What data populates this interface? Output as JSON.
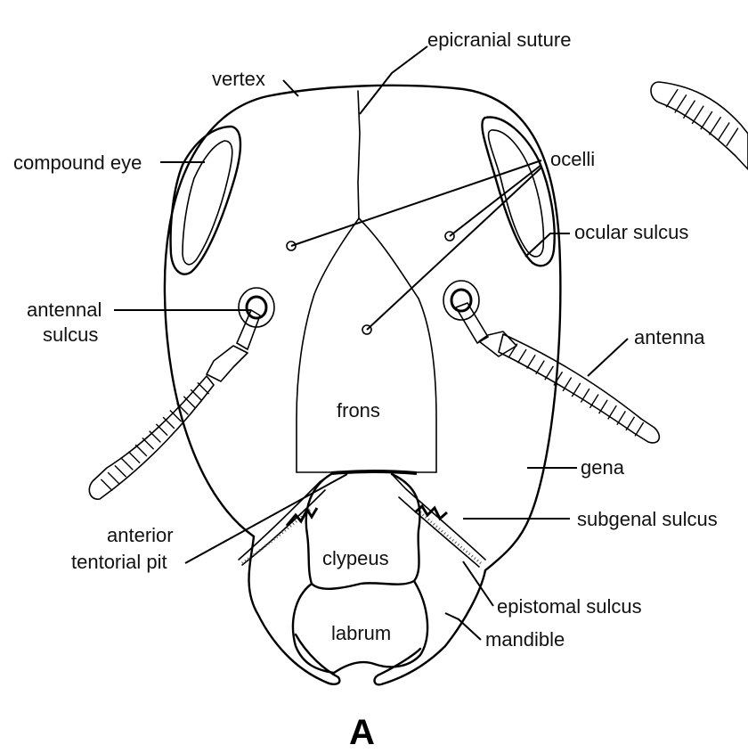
{
  "labels": {
    "epicranial_suture": "epicranial suture",
    "vertex": "vertex",
    "compound_eye": "compound eye",
    "ocelli": "ocelli",
    "ocular_sulcus": "ocular sulcus",
    "antennal_sulcus_line1": "antennal",
    "antennal_sulcus_line2": "sulcus",
    "antenna": "antenna",
    "frons": "frons",
    "gena": "gena",
    "subgenal_sulcus": "subgenal sulcus",
    "anterior_tentorial_pit_line1": "anterior",
    "anterior_tentorial_pit_line2": "tentorial pit",
    "clypeus": "clypeus",
    "epistomal_sulcus": "epistomal sulcus",
    "labrum": "labrum",
    "mandible": "mandible"
  },
  "figure_label": "A",
  "colors": {
    "ink": "#000000",
    "background": "#ffffff"
  }
}
